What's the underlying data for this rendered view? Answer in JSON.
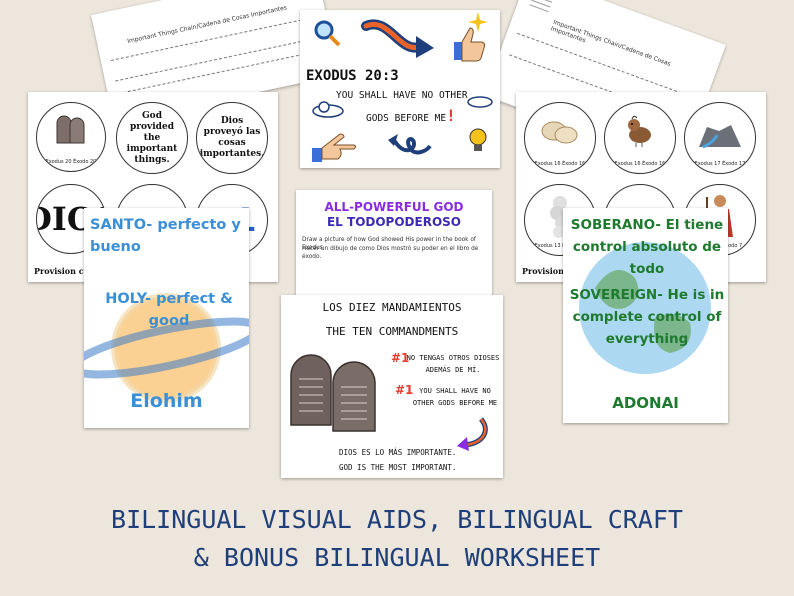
{
  "chain_left": {
    "title": "Important Things Chain/Cadena de Cosas Importantes"
  },
  "chain_right": {
    "title": "Important Things Chain/Cadena de Cosas Importantes"
  },
  "exodus_card": {
    "ref": "EXODUS 20:3",
    "line1": "YOU SHALL HAVE NO OTHER",
    "line2": "GODS BEFORE ME",
    "excl": "!"
  },
  "left_circles": {
    "c1_rim": "Exodus 20 Éxodo 20",
    "c2_text": "God provided the important things.",
    "c3_text": "Dios proveyó las cosas importantes.",
    "c4_text": "DIOS",
    "c6_text": "#1",
    "footer": "Provision c"
  },
  "right_circles": {
    "c1_rim": "Exodus 16 Éxodo 16",
    "c2_rim": "Exodus 16 Éxodo 16",
    "c3_rim": "Exodus 17 Éxodo 17",
    "c4_rim": "Exodus 13 Éxodo 13",
    "c6_rim": "Exodus 7 Éxodo 7",
    "footer": "Provision"
  },
  "santo_card": {
    "es": "SANTO- perfecto y bueno",
    "en": "HOLY- perfect & good",
    "name": "Elohim"
  },
  "powerful_card": {
    "title1": "ALL-POWERFUL GOD",
    "title2": "EL TODOPODEROSO",
    "inst_en": "Draw a picture of how God showed His power in the book of Exodus",
    "inst_es": "Hacer un dibujo de como Dios mostró su poder en el libro de éxodo."
  },
  "commandments_card": {
    "title_es": "LOS DIEZ MANDAMIENTOS",
    "title_en": "THE TEN COMMANDMENTS",
    "num1": "#1",
    "es_rule": "NO TENGAS OTROS DIOSES ADEMÁS DE MÍ.",
    "num2": "#1",
    "en_rule": "YOU SHALL HAVE NO OTHER GODS BEFORE ME",
    "closing_es": "DIOS ES LO MÁS IMPORTANTE.",
    "closing_en": "GOD IS THE MOST IMPORTANT."
  },
  "soberano_card": {
    "es": "SOBERANO- El tiene control absoluto de todo",
    "en": "SOVEREIGN- He is in complete control of everything",
    "name": "ADONAI"
  },
  "footer": {
    "line1": "BILINGUAL VISUAL AIDS, BILINGUAL CRAFT",
    "line2": "& BONUS BILINGUAL WORKSHEET"
  },
  "colors": {
    "background": "#ece6dc",
    "footer_text": "#1f3f7a",
    "holy_blue": "#3a8fd6",
    "sovereign_green": "#1e7a2e",
    "title_purple": "#8a2be2",
    "commandment_red": "#e43b2c"
  }
}
